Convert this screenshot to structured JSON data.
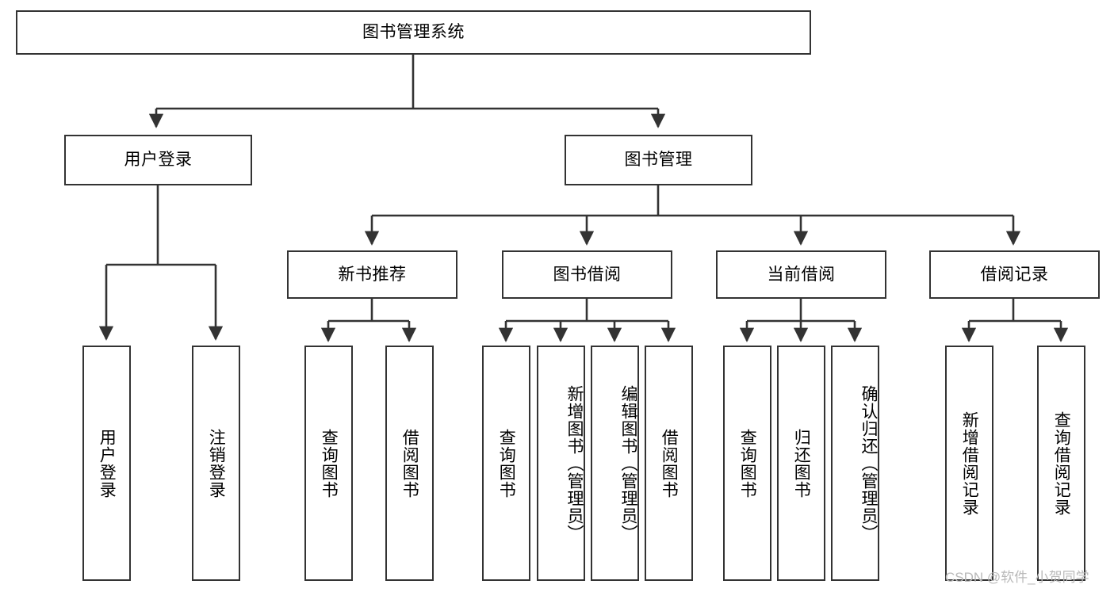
{
  "diagram": {
    "type": "hierarchy-tree",
    "title": "图书管理系统",
    "watermark": "CSDN @软件_小贺同学",
    "colors": {
      "box_border": "#333333",
      "box_fill": "#ffffff",
      "edge": "#333333",
      "text": "#000000",
      "watermark": "#b9b9b9",
      "background": "#ffffff"
    },
    "levels": {
      "root": {
        "label": "图书管理系统"
      },
      "level2": [
        {
          "id": "user-login",
          "label": "用户登录"
        },
        {
          "id": "book-manage",
          "label": "图书管理"
        }
      ],
      "level3": [
        {
          "id": "new-book-rec",
          "label": "新书推荐",
          "parent": "book-manage"
        },
        {
          "id": "book-borrow",
          "label": "图书借阅",
          "parent": "book-manage"
        },
        {
          "id": "current-borrow",
          "label": "当前借阅",
          "parent": "book-manage"
        },
        {
          "id": "borrow-record",
          "label": "借阅记录",
          "parent": "book-manage"
        }
      ],
      "leaves": [
        {
          "id": "leaf-user-login",
          "label": "用户登录",
          "parent": "user-login"
        },
        {
          "id": "leaf-user-logout",
          "label": "注销登录",
          "parent": "user-login"
        },
        {
          "id": "leaf-query-book-1",
          "label": "查询图书",
          "parent": "new-book-rec"
        },
        {
          "id": "leaf-borrow-book-1",
          "label": "借阅图书",
          "parent": "new-book-rec"
        },
        {
          "id": "leaf-query-book-2",
          "label": "查询图书",
          "parent": "book-borrow"
        },
        {
          "id": "leaf-add-book",
          "label": "新增图书（管理员）",
          "parent": "book-borrow"
        },
        {
          "id": "leaf-edit-book",
          "label": "编辑图书（管理员）",
          "parent": "book-borrow"
        },
        {
          "id": "leaf-borrow-book-2",
          "label": "借阅图书",
          "parent": "book-borrow"
        },
        {
          "id": "leaf-query-book-3",
          "label": "查询图书",
          "parent": "current-borrow"
        },
        {
          "id": "leaf-return-book",
          "label": "归还图书",
          "parent": "current-borrow"
        },
        {
          "id": "leaf-confirm-return",
          "label": "确认归还（管理员）",
          "parent": "current-borrow"
        },
        {
          "id": "leaf-add-record",
          "label": "新增借阅记录",
          "parent": "borrow-record"
        },
        {
          "id": "leaf-query-record",
          "label": "查询借阅记录",
          "parent": "borrow-record"
        }
      ]
    }
  }
}
